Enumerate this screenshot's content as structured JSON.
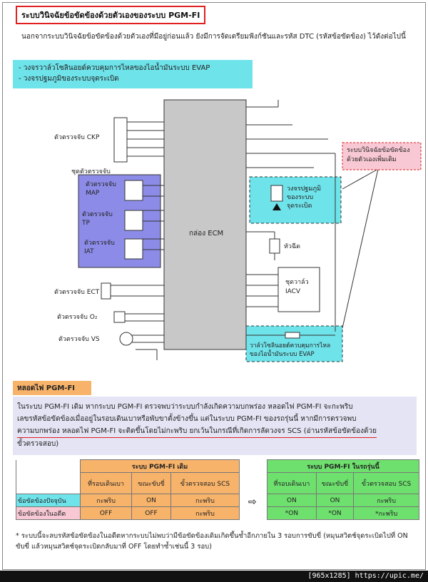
{
  "title": "ระบบวินิจฉัยข้อขัดข้องด้วยตัวเองของระบบ PGM-FI",
  "intro": "นอกจากระบบวินิจฉัยข้อขัดข้องด้วยตัวเองที่มีอยู่ก่อนแล้ว ยังมีการจัดเตรียมฟังก์ชันและรหัส DTC (รหัสข้อขัดข้อง) ไว้ดังต่อไปนี้",
  "cyan_items": [
    "- วงจรวาล์วโซลินอยด์ควบคุมการไหลของไอน้ำมันระบบ EVAP",
    "- วงจรปฐมภูมิของระบบจุดระเบิด"
  ],
  "diagram": {
    "ecm_label": "กล่อง ECM",
    "ckp": "ตัวตรวจจับ CKP",
    "sensor_set": "ชุดตัวตรวจจับ",
    "map_1": "ตัวตรวจจับ",
    "map_2": "MAP",
    "tp_1": "ตัวตรวจจับ",
    "tp_2": "TP",
    "iat_1": "ตัวตรวจจับ",
    "iat_2": "IAT",
    "ect": "ตัวตรวจจับ ECT",
    "o2": "ตัวตรวจจับ O₂",
    "vs": "ตัวตรวจจับ VS",
    "ign_1": "วงจรปฐมภูมิ",
    "ign_2": "ของระบบ",
    "ign_3": "จุดระเบิด",
    "injector": "หัวฉีด",
    "iacv_1": "ชุดวาล์ว",
    "iacv_2": "IACV",
    "evap_1": "วาล์วโซลินอยด์ควบคุมการไหล",
    "evap_2": "ของไอน้ำมันระบบ EVAP",
    "pink_1": "ระบบวินิจฉัยข้อขัดข้อง",
    "pink_2": "ด้วยตัวเองเพิ่มเติม"
  },
  "lamp_heading": "หลอดไฟ PGM-FI",
  "note": {
    "p1": "ในระบบ PGM-FI เดิม หากระบบ PGM-FI ตรวจพบว่าระบบกำลังเกิดความบกพร่อง หลอดไฟ PGM-FI จะกะพริบ",
    "p2": "เลขรหัสข้อขัดข้องเมื่ออยู่ในรอบเดินเบาหรือพับขาตั้งข้างขึ้น แต่ในระบบ PGM-FI ของรถรุ่นนี้ หากมีการตรวจพบ",
    "p3": "ความบกพร่อง หลอดไฟ PGM-FI จะติดขึ้นโดยไม่กะพริบ ยกเว้นในกรณีที่เกิดการลัดวงจร SCS (อ่านรหัสข้อขัดข้องด้วย",
    "p4": "ขั้วตรวจสอบ)"
  },
  "table_old": {
    "header": "ระบบ PGM-FI เดิม",
    "cols": [
      "ที่รอบเดินเบา",
      "ขณะขับขี่",
      "ขั้วตรวจสอบ SCS"
    ],
    "rows": [
      {
        "label": "ข้อขัดข้องปัจจุบัน",
        "cells": [
          "กะพริบ",
          "ON",
          "กะพริบ"
        ]
      },
      {
        "label": "ข้อขัดข้องในอดีต",
        "cells": [
          "OFF",
          "OFF",
          "กะพริบ"
        ]
      }
    ]
  },
  "arrow": "⇨",
  "table_new": {
    "header": "ระบบ PGM-FI ในรถรุ่นนี้",
    "cols": [
      "ที่รอบเดินเบา",
      "ขณะขับขี่",
      "ขั้วตรวจสอบ SCS"
    ],
    "rows": [
      {
        "cells": [
          "ON",
          "ON",
          "กะพริบ"
        ]
      },
      {
        "cells": [
          "*ON",
          "*ON",
          "*กะพริบ"
        ]
      }
    ]
  },
  "footnote": "* ระบบนี้จะลบรหัสข้อขัดข้องในอดีตหากระบบไม่พบว่ามีข้อขัดข้องเดิมเกิดขึ้นซ้ำอีกภายใน 3 รอบการขับขี่ (หมุนสวิตช์จุดระเบิดไปที่ ON ขับขี่ แล้วหมุนสวิตช์จุดระเบิดกลับมาที่ OFF โดยทำซ้ำเช่นนี้ 3 รอบ)",
  "watermark": "[965x1285] https://upic.me/",
  "colors": {
    "cyan": "#6fe3ea",
    "blue": "#8c8ce8",
    "pink": "#f8c8d4",
    "orange": "#f7b36a",
    "green": "#6ee06e",
    "lavender": "#e4e4f4",
    "ecm": "#c8c8c8"
  }
}
